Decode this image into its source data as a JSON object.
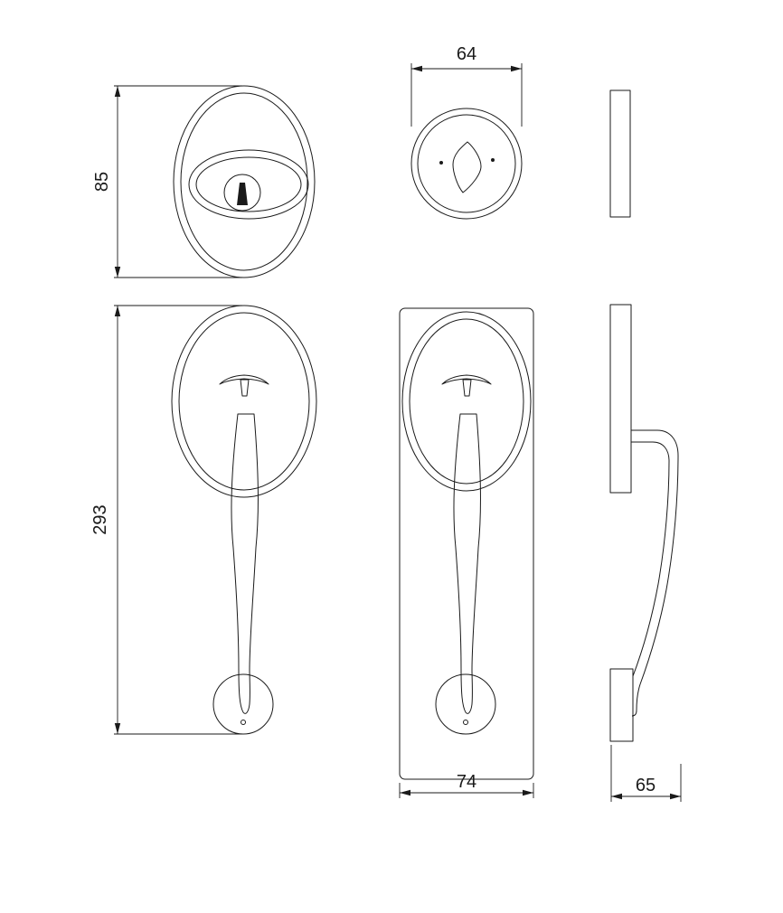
{
  "drawing": {
    "background_color": "#ffffff",
    "line_color": "#1a1a1a",
    "dimensions": {
      "rose_height": "85",
      "deadbolt_diameter": "64",
      "handleset_height": "293",
      "plate_width": "74",
      "projection_depth": "65"
    }
  }
}
